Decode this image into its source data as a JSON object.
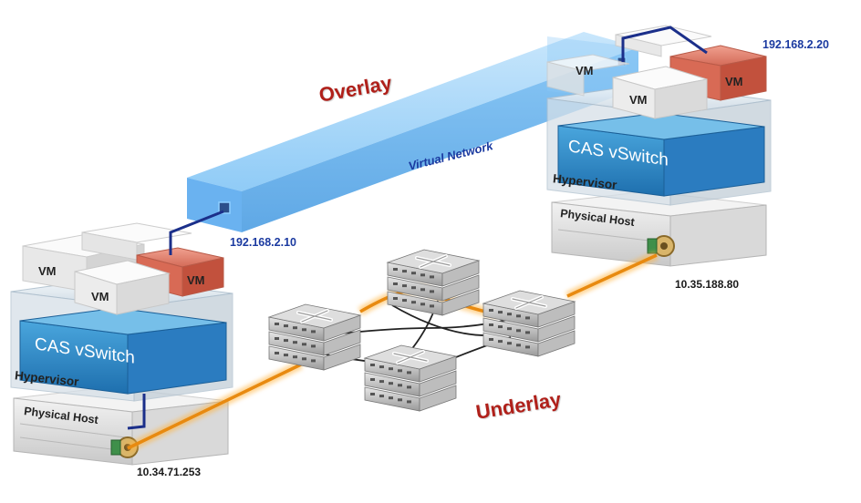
{
  "overlay_label": "Overlay",
  "underlay_label": "Underlay",
  "virtual_network_label": "Virtual Network",
  "left_host": {
    "vm_labels": [
      "VM",
      "VM",
      "VM"
    ],
    "vswitch_label": "CAS vSwitch",
    "hypervisor_label": "Hypervisor",
    "physical_host_label": "Physical Host",
    "vm_ip": "192.168.2.10",
    "host_ip": "10.34.71.253"
  },
  "right_host": {
    "vm_labels": [
      "VM",
      "VM",
      "VM"
    ],
    "vswitch_label": "CAS vSwitch",
    "hypervisor_label": "Hypervisor",
    "physical_host_label": "Physical Host",
    "vm_ip": "192.168.2.20",
    "host_ip": "10.35.188.80"
  },
  "colors": {
    "overlay_tunnel": "#4aa8f0",
    "vswitch": "#2a86c8",
    "highlight_vm": "#d97060",
    "underlay_link": "#f5a020",
    "label_red": "#b0201a",
    "label_blue": "#1b3aa0"
  }
}
